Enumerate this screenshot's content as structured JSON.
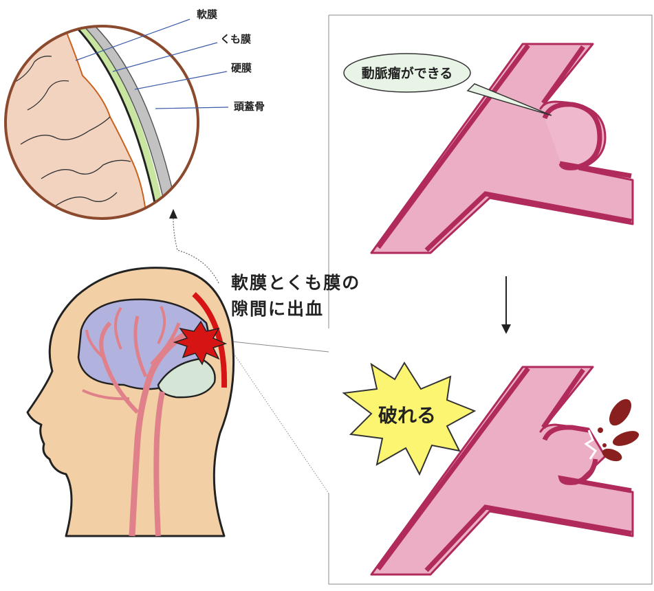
{
  "layers": {
    "pia": "軟膜",
    "arachnoid": "くも膜",
    "dura": "硬膜",
    "skull": "頭蓋骨"
  },
  "caption": {
    "line1": "軟膜とくも膜の",
    "line2": "隙間に出血"
  },
  "bubble": "動脈瘤ができる",
  "burst": "破れる",
  "colors": {
    "vessel_fill": "#ecaec4",
    "vessel_wall": "#b02a5c",
    "skin": "#f2cfa4",
    "brain": "#b2b2de",
    "cerebellum": "#d6e6d6",
    "artery": "#e0808a",
    "bleed": "#d61414",
    "burst_yellow": "#fbf571",
    "circle_border": "#8b4a2e",
    "pia_line": "#c9621e",
    "arachnoid_layer": "#c8e6a0",
    "skull_layer": "#c2c2c2"
  },
  "icons": {
    "arrow": "down-arrow-icon",
    "blood": "blood-drop-icon",
    "explosion": "explosion-icon"
  }
}
